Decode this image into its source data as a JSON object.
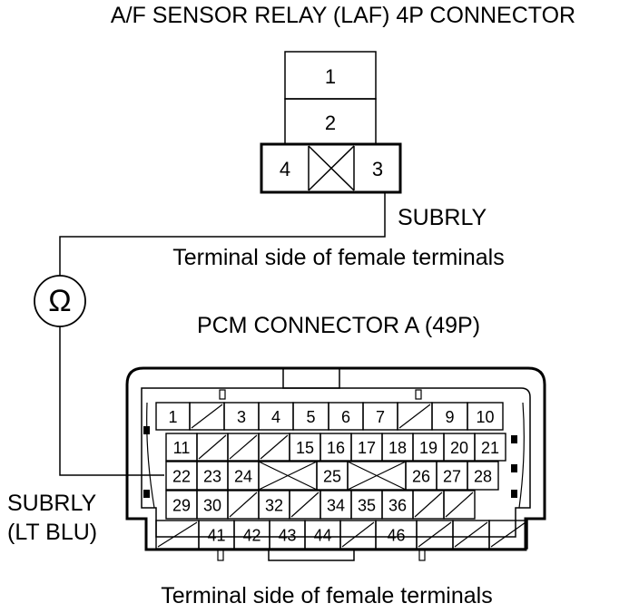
{
  "af_connector": {
    "title": "A/F SENSOR RELAY (LAF) 4P CONNECTOR",
    "pins": [
      "1",
      "2",
      "4",
      "3"
    ],
    "wire_label": "SUBRLY",
    "side_note": "Terminal side of female terminals"
  },
  "ohmmeter": {
    "symbol": "Ω",
    "icon": "ohmmeter-icon"
  },
  "pcm_connector": {
    "title": "PCM CONNECTOR A (49P)",
    "rows": [
      [
        "1",
        "",
        "3",
        "4",
        "5",
        "6",
        "7",
        "",
        "9",
        "10"
      ],
      [
        "11",
        "",
        "",
        "",
        "15",
        "16",
        "17",
        "18",
        "19",
        "20",
        "21"
      ],
      [
        "22",
        "23",
        "24",
        "",
        "25",
        "",
        "26",
        "27",
        "28"
      ],
      [
        "29",
        "30",
        "",
        "32",
        "",
        "34",
        "35",
        "36",
        "",
        ""
      ],
      [
        "",
        "41",
        "42",
        "43",
        "44",
        "",
        "46",
        "",
        "",
        ""
      ]
    ],
    "wire_label_line1": "SUBRLY",
    "wire_label_line2": "(LT BLU)",
    "side_note": "Terminal side of female terminals"
  }
}
